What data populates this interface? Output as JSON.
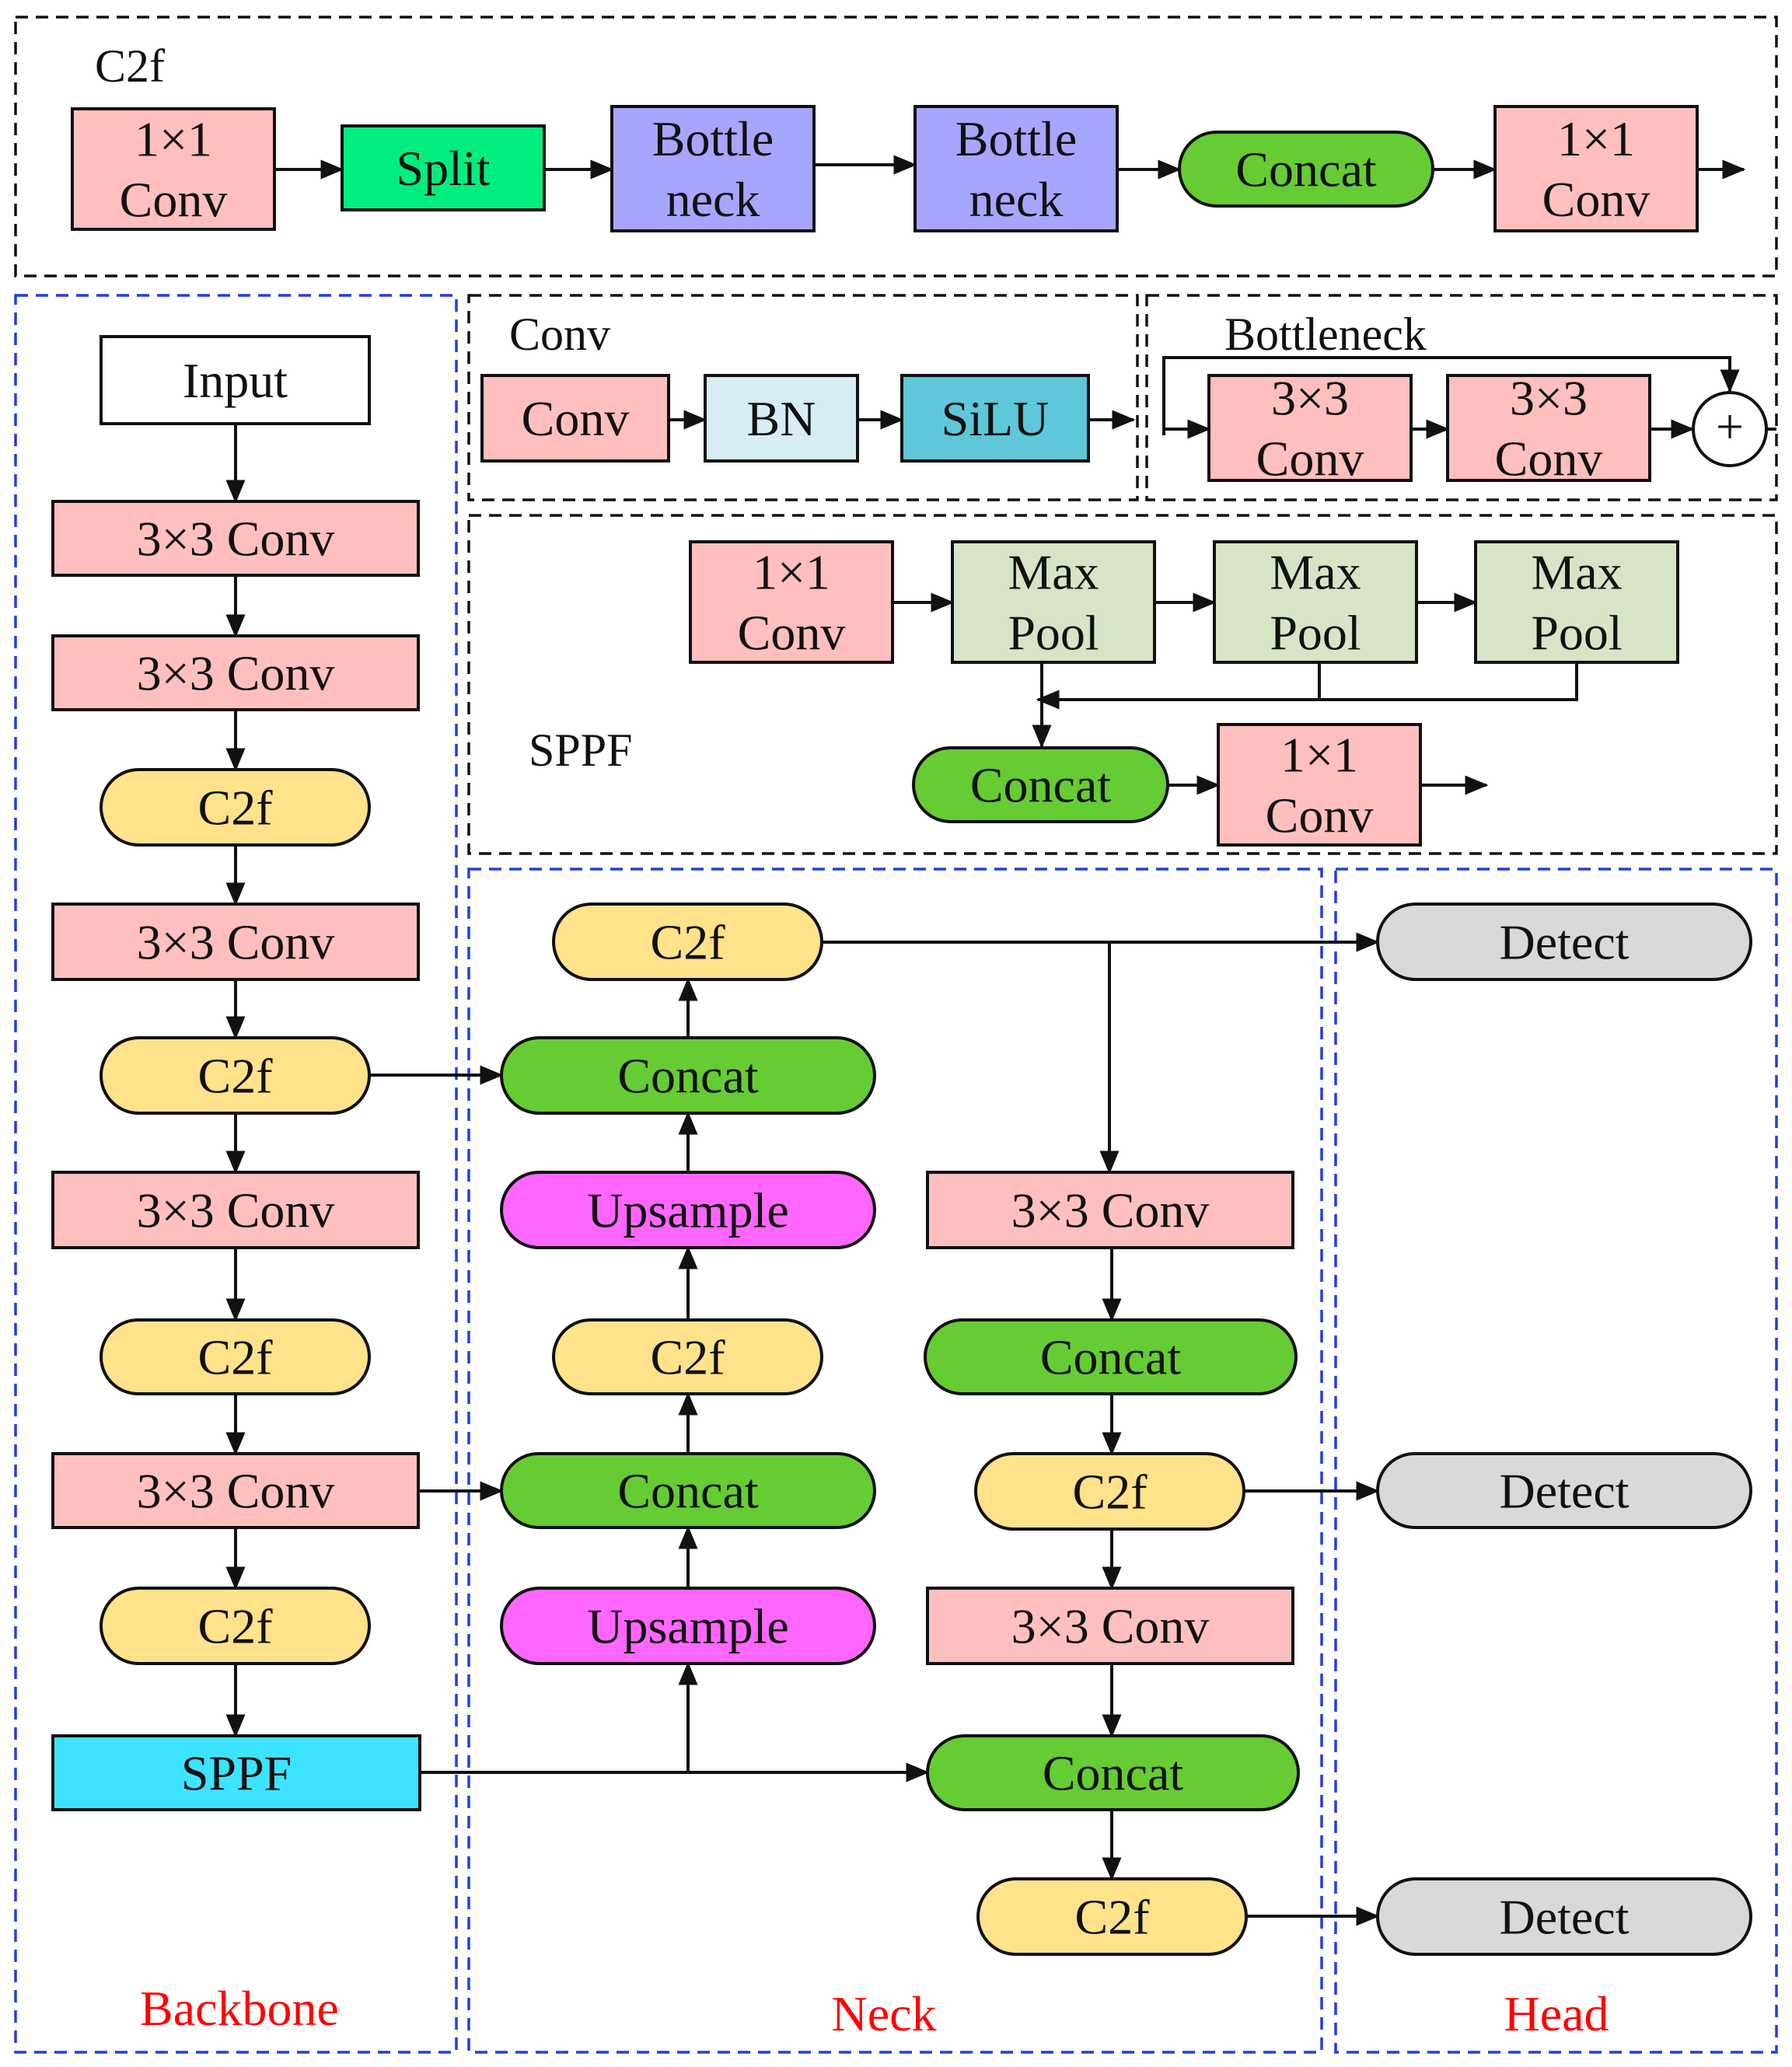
{
  "sections": {
    "c2f": "C2f",
    "conv": "Conv",
    "bottleneck": "Bottleneck",
    "sppf": "SPPF",
    "backbone": "Backbone",
    "neck": "Neck",
    "head": "Head"
  },
  "nodes": {
    "c2f_conv_in": [
      "1×1",
      "Conv"
    ],
    "c2f_split": [
      "Split"
    ],
    "c2f_bottle_1": [
      "Bottle",
      "neck"
    ],
    "c2f_bottle_2": [
      "Bottle",
      "neck"
    ],
    "c2f_concat": [
      "Concat"
    ],
    "c2f_conv_out": [
      "1×1",
      "Conv"
    ],
    "conv_conv": [
      "Conv"
    ],
    "conv_bn": [
      "BN"
    ],
    "conv_silu": [
      "SiLU"
    ],
    "bneck_conv_1": [
      "3×3",
      "Conv"
    ],
    "bneck_conv_2": [
      "3×3",
      "Conv"
    ],
    "bneck_add": [
      "+"
    ],
    "sppf_conv_in": [
      "1×1",
      "Conv"
    ],
    "sppf_pool_1": [
      "Max",
      "Pool"
    ],
    "sppf_pool_2": [
      "Max",
      "Pool"
    ],
    "sppf_pool_3": [
      "Max",
      "Pool"
    ],
    "sppf_concat": [
      "Concat"
    ],
    "sppf_conv_out": [
      "1×1",
      "Conv"
    ],
    "bb_input": [
      "Input"
    ],
    "bb_conv_1": [
      "3×3 Conv"
    ],
    "bb_conv_2": [
      "3×3 Conv"
    ],
    "bb_c2f_1": [
      "C2f"
    ],
    "bb_conv_3": [
      "3×3 Conv"
    ],
    "bb_c2f_2": [
      "C2f"
    ],
    "bb_conv_4": [
      "3×3 Conv"
    ],
    "bb_c2f_3": [
      "C2f"
    ],
    "bb_conv_5": [
      "3×3 Conv"
    ],
    "bb_c2f_4": [
      "C2f"
    ],
    "bb_sppf": [
      "SPPF"
    ],
    "nk_c2f_top": [
      "C2f"
    ],
    "nk_concat_1": [
      "Concat"
    ],
    "nk_upsample_1": [
      "Upsample"
    ],
    "nk_c2f_mid": [
      "C2f"
    ],
    "nk_concat_2": [
      "Concat"
    ],
    "nk_upsample_2": [
      "Upsample"
    ],
    "nk_conv_1": [
      "3×3 Conv"
    ],
    "nk_concat_3": [
      "Concat"
    ],
    "nk_c2f_r1": [
      "C2f"
    ],
    "nk_conv_2": [
      "3×3 Conv"
    ],
    "nk_concat_4": [
      "Concat"
    ],
    "nk_c2f_r2": [
      "C2f"
    ],
    "hd_detect_1": [
      "Detect"
    ],
    "hd_detect_2": [
      "Detect"
    ],
    "hd_detect_3": [
      "Detect"
    ]
  },
  "colors": {
    "conv": "#ffbfbf",
    "split": "#00ee7f",
    "bottleneck": "#a6a6ff",
    "concat": "#66cc33",
    "bn": "#d6edf4",
    "silu": "#5ec7d9",
    "maxpool": "#d6e5c6",
    "c2f": "#ffe28a",
    "sppf": "#3ce3ff",
    "upsample": "#ff66ff",
    "detect": "#d9d9d9",
    "input": "#ffffff"
  }
}
